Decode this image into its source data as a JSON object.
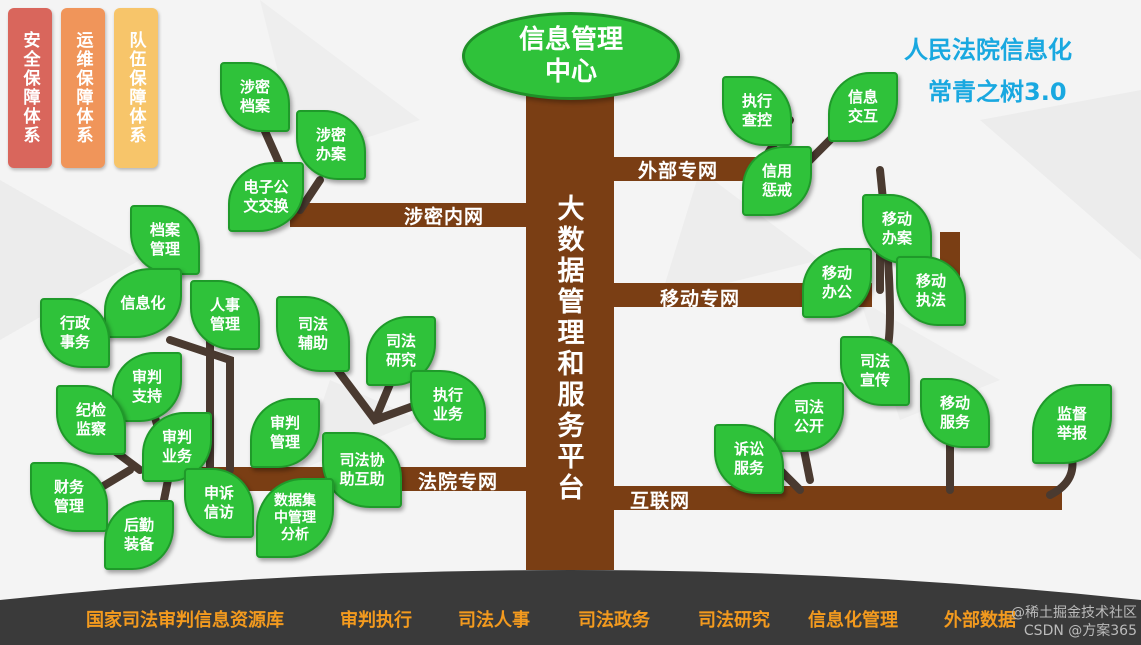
{
  "pillars": [
    {
      "label": "安全保障体系",
      "color": "#d9665c"
    },
    {
      "label": "运维保障体系",
      "color": "#f0955a"
    },
    {
      "label": "队伍保障体系",
      "color": "#f7c56a"
    }
  ],
  "title": {
    "line1": "人民法院信息化",
    "line2": "常青之树3.0"
  },
  "center": {
    "label": "信息管理\n中心"
  },
  "trunk": {
    "label": "大\n数\n据\n管\n理\n和\n服\n务\n平\n台"
  },
  "branches": {
    "secret_net": "涉密内网",
    "external_net": "外部专网",
    "mobile_net": "移动专网",
    "court_net": "法院专网",
    "internet": "互联网"
  },
  "leaves": {
    "secret_archive": "涉密\n档案",
    "secret_office": "涉密\n办案",
    "e_doc_exchange": "电子公\n文交换",
    "archive_mgmt": "档案\n管理",
    "informatization": "信息化",
    "hr_mgmt": "人事\n管理",
    "admin_affairs": "行政\n事务",
    "trial_support": "审判\n支持",
    "discipline": "纪检\n监察",
    "trial_business": "审判\n业务",
    "finance": "财务\n管理",
    "logistics": "后勤\n装备",
    "petition": "申诉\n信访",
    "judicial_aux": "司法\n辅助",
    "judicial_research": "司法\n研究",
    "execution_business": "执行\n业务",
    "trial_mgmt": "审判\n管理",
    "judicial_coop": "司法协\n助互助",
    "data_analysis": "数据集\n中管理\n分析",
    "exec_check": "执行\n查控",
    "info_exchange": "信息\n交互",
    "credit_punish": "信用\n惩戒",
    "mobile_office": "移动\n办案",
    "mobile_work": "移动\n办公",
    "mobile_enforce": "移动\n执法",
    "judicial_publicity": "司法\n宣传",
    "judicial_open": "司法\n公开",
    "mobile_service": "移动\n服务",
    "supervision": "监督\n举报",
    "litigation_service": "诉讼\n服务"
  },
  "base_items": [
    "国家司法审判信息资源库",
    "审判执行",
    "司法人事",
    "司法政务",
    "司法研究",
    "信息化管理",
    "外部数据"
  ],
  "watermark": {
    "line1": "@稀土掘金技术社区",
    "line2": "CSDN @方案365"
  }
}
